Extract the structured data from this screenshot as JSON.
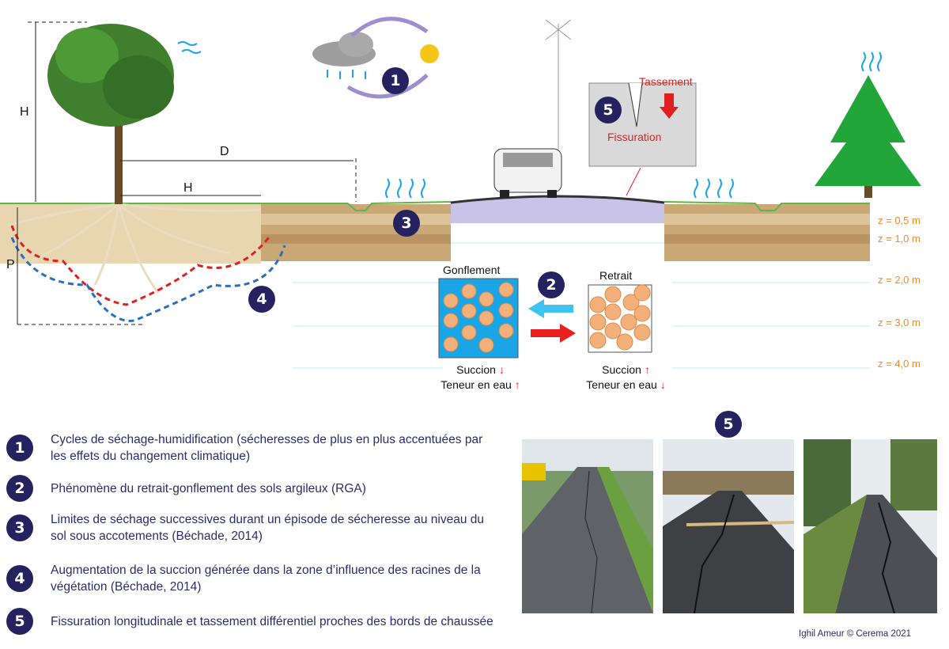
{
  "diagram": {
    "dimensions": {
      "tree_height": "H",
      "distance": "D",
      "root_spread": "H",
      "root_depth": "P"
    },
    "markers": [
      "1",
      "2",
      "3",
      "4",
      "5"
    ],
    "settlement_box": {
      "top_label": "Tassement",
      "bottom_label": "Fissuration",
      "number": "5"
    },
    "depth_labels": [
      "z = 0,5 m",
      "z = 1,0 m",
      "z = 2,0 m",
      "z = 3,0 m",
      "z = 4,0 m"
    ],
    "swelling": {
      "title": "Gonflement",
      "line1": "Succion",
      "line1_arrow": "↓",
      "line2": "Teneur en eau",
      "line2_arrow": "↑"
    },
    "shrinkage": {
      "title": "Retrait",
      "line1": "Succion",
      "line1_arrow": "↑",
      "line2": "Teneur en eau",
      "line2_arrow": "↓"
    },
    "colors": {
      "navy": "#25235f",
      "orange": "#f08a24",
      "red": "#e32020",
      "water": "#1aa6e6"
    }
  },
  "legend": [
    {
      "n": "1",
      "text": "Cycles de séchage-humidification (sécheresses de plus en plus accentuées par les effets du changement climatique)"
    },
    {
      "n": "2",
      "text": "Phénomène du retrait-gonflement des sols argileux (RGA)"
    },
    {
      "n": "3",
      "text": "Limites de séchage successives durant un épisode de sécheresse au niveau du sol sous accotements (Béchade, 2014)"
    },
    {
      "n": "4",
      "text": "Augmentation de la succion générée dans la zone d’influence des racines de la végétation (Béchade, 2014)"
    },
    {
      "n": "5",
      "text": "Fissuration longitudinale et tassement différentiel proches des bords de chaussée"
    }
  ],
  "photos_number": "5",
  "credit": "Ighil Ameur © Cerema 2021"
}
